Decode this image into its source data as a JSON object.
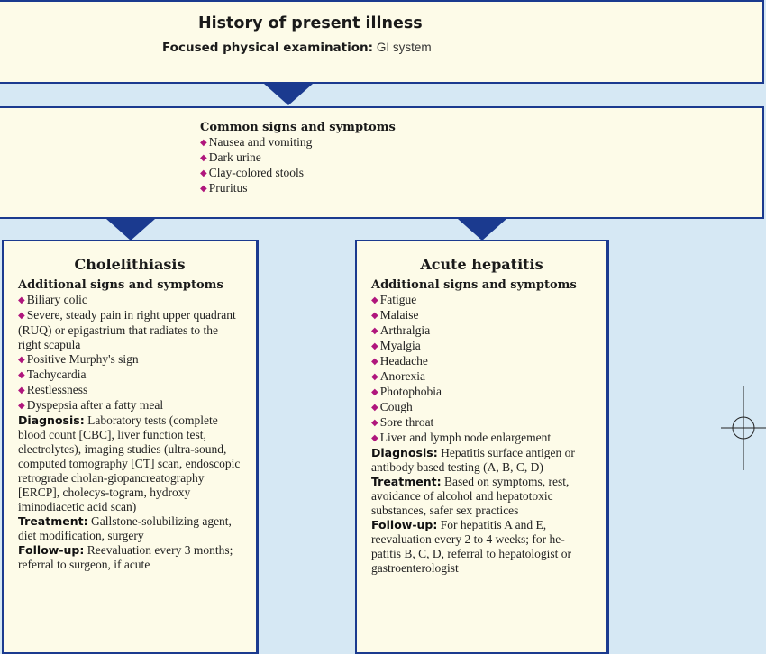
{
  "top": {
    "title": "History of present illness",
    "focused_label": "Focused physical examination:",
    "focused_value": " GI system"
  },
  "common": {
    "title": "Common signs and symptoms",
    "items": [
      "Nausea and vomiting",
      "Dark urine",
      "Clay-colored stools",
      "Pruritus"
    ]
  },
  "left": {
    "title": "Cholelithiasis",
    "additional_title": "Additional signs and symptoms",
    "items": [
      "Biliary colic",
      "Severe, steady pain in right upper quadrant (RUQ) or epigastrium that radiates to the right scapula",
      "Positive Murphy's sign",
      "Tachycardia",
      "Restlessness",
      "Dyspepsia after a fatty meal"
    ],
    "diagnosis_label": "Diagnosis:",
    "diagnosis_text": " Laboratory tests (complete blood count [CBC], liver function test, electrolytes), imaging studies (ultra-sound, computed tomography [CT] scan, endoscopic retrograde cholan-giopancreatography [ERCP], cholecys-togram, hydroxy iminodiacetic acid scan)",
    "treatment_label": "Treatment:",
    "treatment_text": " Gallstone-solubilizing agent, diet modification, surgery",
    "followup_label": "Follow-up:",
    "followup_text": " Reevaluation every 3 months; referral to surgeon, if acute"
  },
  "right": {
    "title": "Acute hepatitis",
    "additional_title": "Additional signs and symptoms",
    "items": [
      "Fatigue",
      "Malaise",
      "Arthralgia",
      "Myalgia",
      "Headache",
      "Anorexia",
      "Photophobia",
      "Cough",
      "Sore throat",
      "Liver and lymph node enlargement"
    ],
    "diagnosis_label": "Diagnosis:",
    "diagnosis_text": " Hepatitis surface antigen or antibody based testing (A, B, C, D)",
    "treatment_label": "Treatment:",
    "treatment_text": " Based on symptoms, rest, avoidance of alcohol and hepatotoxic substances, safer sex practices",
    "followup_label": "Follow-up:",
    "followup_text": " For hepatitis A and E, reevaluation every 2 to 4 weeks; for he-patitis B, C, D, referral to hepatologist or gastroenterologist"
  },
  "colors": {
    "border": "#1b3a8f",
    "box_bg": "#fdfbe8",
    "page_bg": "#d6e8f4",
    "bullet": "#b0167c"
  }
}
